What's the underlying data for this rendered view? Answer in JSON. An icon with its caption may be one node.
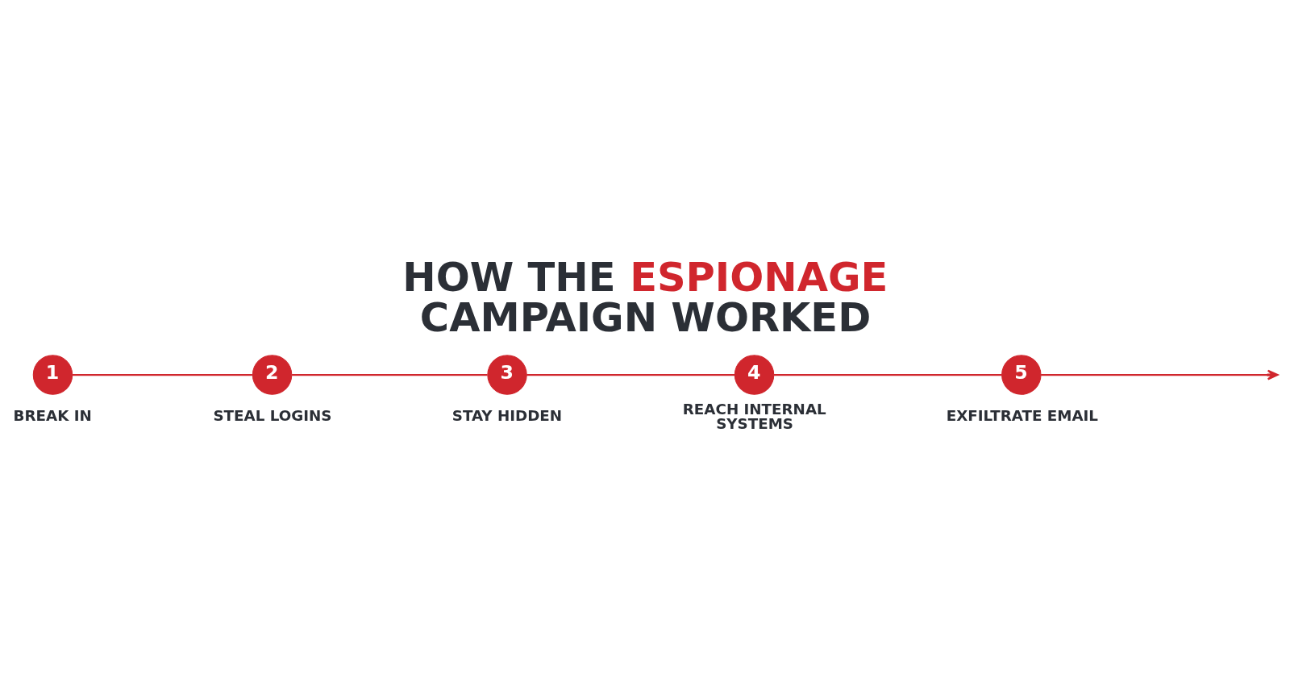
{
  "diagram": {
    "title": "HOW THE ESPIONAGE CAMPAIGN WORKED",
    "nodes": [
      {
        "text": [
          "1"
        ],
        "beside": [
          "BREAK IN"
        ]
      },
      {
        "text": [
          "2"
        ],
        "beside": [
          "STEAL LOGINS"
        ]
      },
      {
        "text": [
          "3"
        ],
        "beside": [
          "STAY HIDDEN"
        ]
      },
      {
        "text": [
          "4"
        ],
        "beside": [
          "REACH INTERNAL SYSTEMS"
        ]
      },
      {
        "text": [
          "5"
        ],
        "beside": [
          "EXFILTRATE EMAIL"
        ]
      }
    ],
    "edges": [
      {
        "from": 0,
        "to": 1,
        "arrow": "none"
      },
      {
        "from": 1,
        "to": 2,
        "arrow": "none"
      },
      {
        "from": 2,
        "to": 3,
        "arrow": "none"
      },
      {
        "from": 3,
        "to": 4,
        "arrow": "none"
      },
      {
        "from": 4,
        "to": null,
        "arrow": "to"
      }
    ]
  }
}
